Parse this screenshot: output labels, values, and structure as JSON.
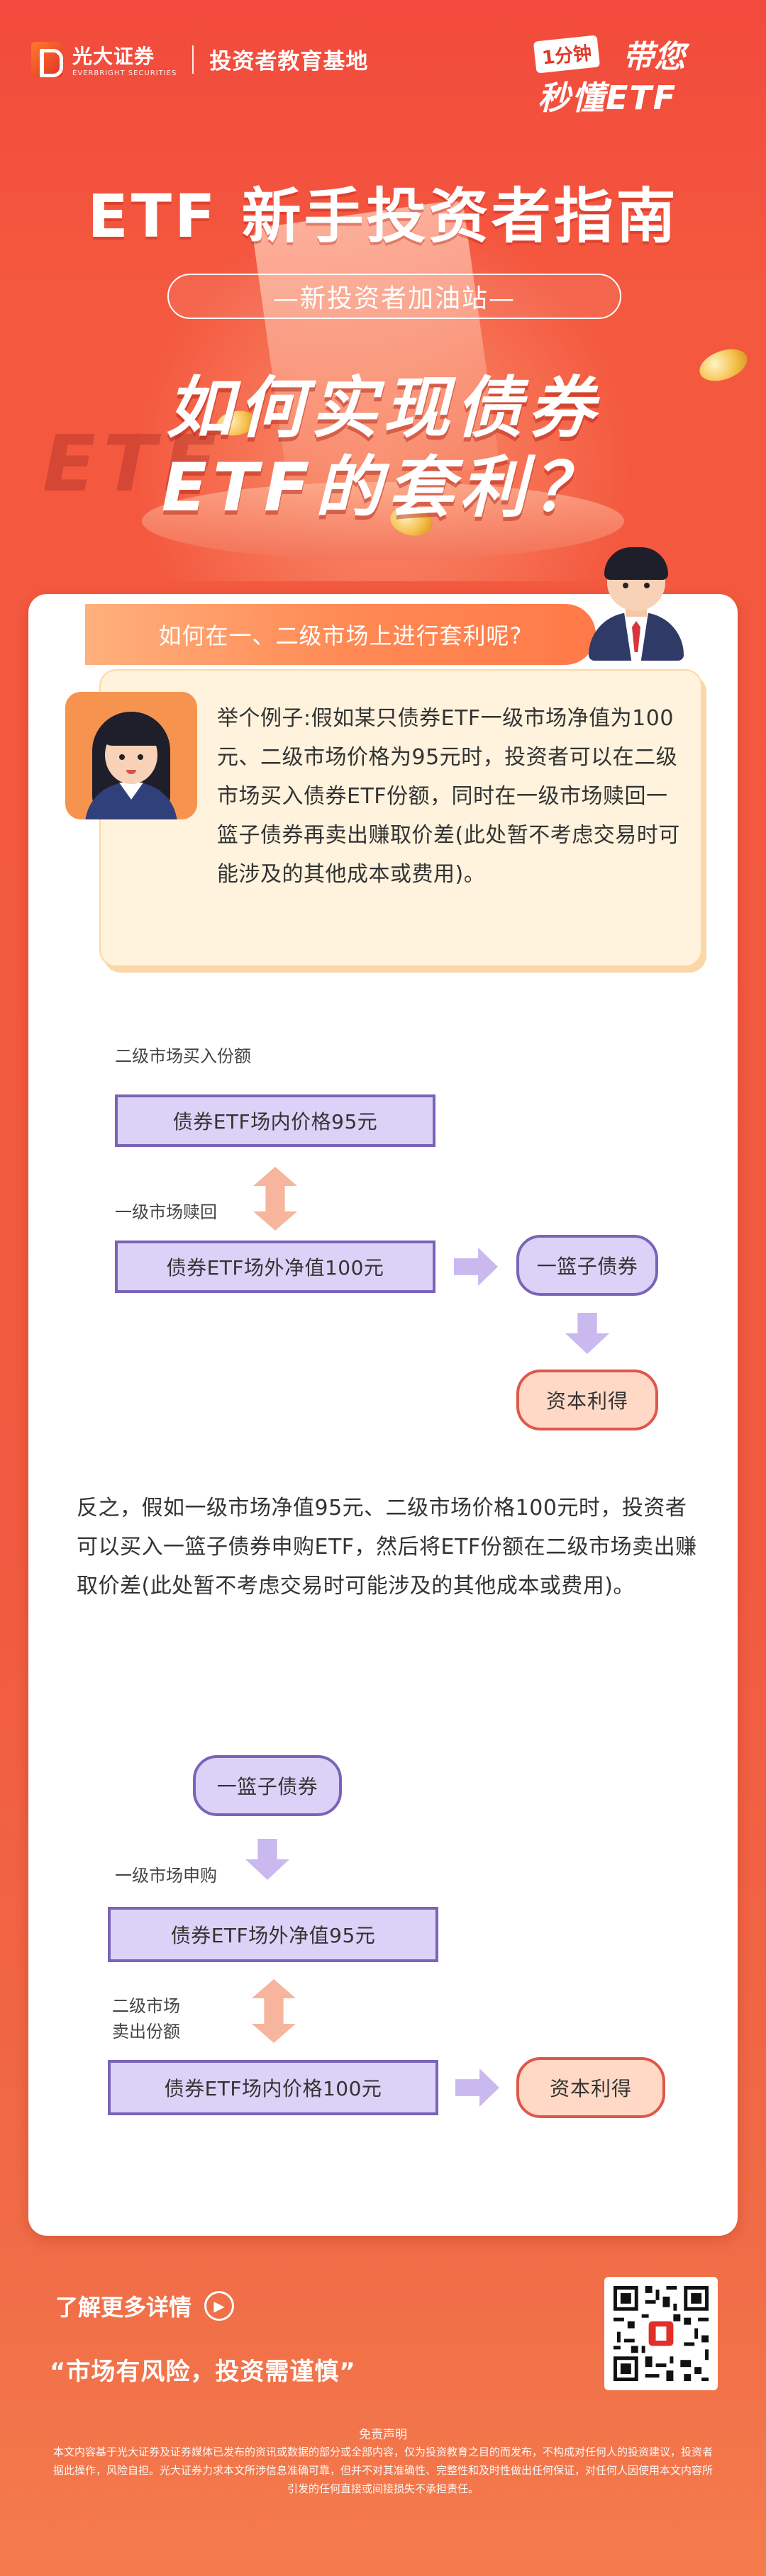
{
  "header": {
    "brand_cn": "光大证券",
    "brand_en": "EVERBRIGHT SECURITIES",
    "subtitle": "投资者教育基地",
    "slogan_badge": "1分钟",
    "slogan_line1": "带您",
    "slogan_line2": "秒懂ETF"
  },
  "hero": {
    "title": "ETF  新手投资者指南",
    "pill": "—新投资者加油站—",
    "question_line1": "如何实现债券",
    "question_line2": "ETF的套利？",
    "watermark": "ETF"
  },
  "section": {
    "question": "如何在一、二级市场上进行套利呢?",
    "bubble_text": "举个例子:假如某只债券ETF一级市场净值为100元、二级市场价格为95元时，投资者可以在二级市场买入债券ETF份额，同时在一级市场赎回一篮子债券再卖出赚取价差(此处暂不考虑交易时可能涉及的其他成本或费用)。",
    "paragraph2": "反之，假如一级市场净值95元、二级市场价格100元时，投资者可以买入一篮子债券申购ETF，然后将ETF份额在二级市场卖出赚取价差(此处暂不考虑交易时可能涉及的其他成本或费用)。"
  },
  "flow1": {
    "label_top": "二级市场买入份额",
    "box1": "债券ETF场内价格95元",
    "label_mid": "一级市场赎回",
    "box2": "债券ETF场外净值100元",
    "box3": "一篮子债券",
    "box4": "资本利得"
  },
  "flow2": {
    "box1": "一篮子债券",
    "label_mid1": "一级市场申购",
    "box2": "债券ETF场外净值95元",
    "label_mid2a": "二级市场",
    "label_mid2b": "卖出份额",
    "box3": "债券ETF场内价格100元",
    "box4": "资本利得"
  },
  "footer": {
    "more": "了解更多详情",
    "risk": "“市场有风险，投资需谨慎”",
    "disclaimer_title": "免责声明",
    "disclaimer": "本文内容基于光大证券及证券媒体已发布的资讯或数据的部分或全部内容，仅为投资教育之目的而发布，不构成对任何人的投资建议，投资者据此操作，风险自担。光大证券力求本文所涉信息准确可靠，但并不对其准确性、完整性和及时性做出任何保证，对任何人因使用本文内容所引发的任何直接或间接损失不承担责任。"
  },
  "colors": {
    "background": "#f24a3c",
    "purple_box": "#dcd2f7",
    "purple_border": "#7a64b8",
    "orange_box": "#ffd9c6",
    "orange_border": "#e0574a",
    "bubble": "#fff3de"
  }
}
